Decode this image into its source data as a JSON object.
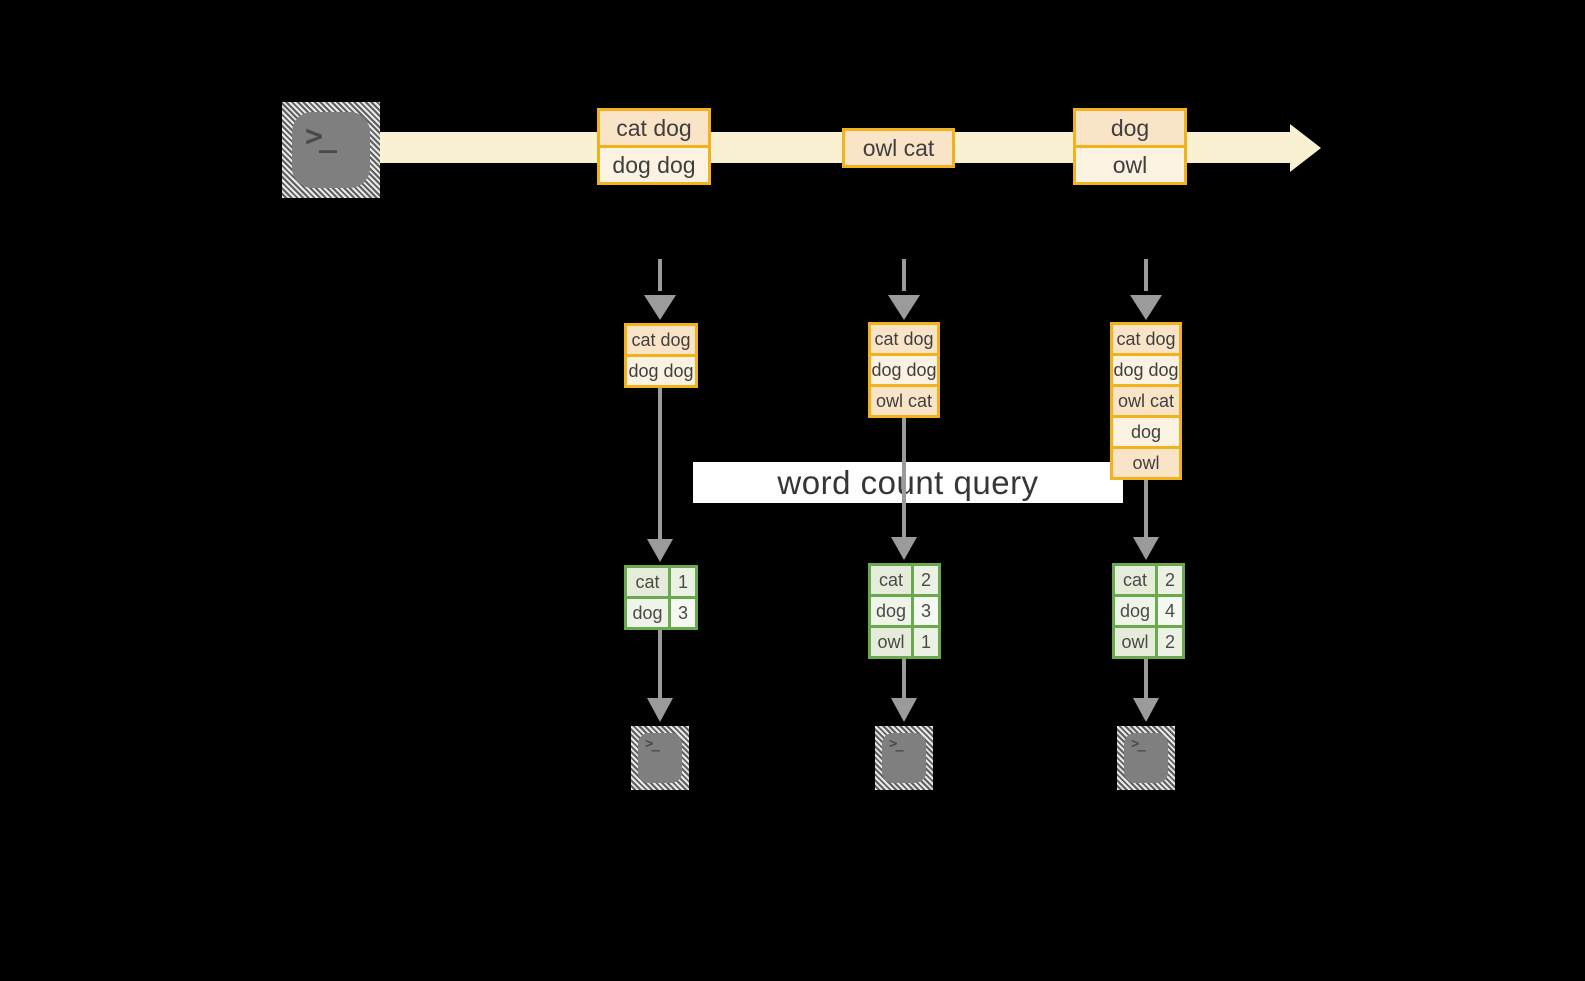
{
  "query_label": "word count query",
  "terminal_glyph": ">_",
  "colors": {
    "background": "#000000",
    "stream_band": "#FAF1D2",
    "amber_border": "#F2B21D",
    "cell_peach_dark": "#FAE4C8",
    "cell_peach_light": "#FCF2E1",
    "green_border": "#6BA94E",
    "cell_green_dark": "#E5EDDA",
    "cell_green_light": "#EFF4E8",
    "arrow_gray": "#9B9B9B",
    "terminal_gray": "#7F7F7F",
    "banner_white": "#FFFFFF",
    "text_dark": "#3F3F3F"
  },
  "stream": {
    "batches": [
      {
        "lines": [
          "cat dog",
          "dog dog"
        ]
      },
      {
        "lines": [
          "owl cat"
        ]
      },
      {
        "lines": [
          "dog",
          "owl"
        ]
      }
    ]
  },
  "columns": [
    {
      "state_rows": [
        "cat dog",
        "dog dog"
      ],
      "count_rows": [
        {
          "word": "cat",
          "count": "1"
        },
        {
          "word": "dog",
          "count": "3"
        }
      ]
    },
    {
      "state_rows": [
        "cat dog",
        "dog dog",
        "owl cat"
      ],
      "count_rows": [
        {
          "word": "cat",
          "count": "2"
        },
        {
          "word": "dog",
          "count": "3"
        },
        {
          "word": "owl",
          "count": "1"
        }
      ]
    },
    {
      "state_rows": [
        "cat dog",
        "dog dog",
        "owl cat",
        "dog",
        "owl"
      ],
      "count_rows": [
        {
          "word": "cat",
          "count": "2"
        },
        {
          "word": "dog",
          "count": "4"
        },
        {
          "word": "owl",
          "count": "2"
        }
      ]
    }
  ]
}
